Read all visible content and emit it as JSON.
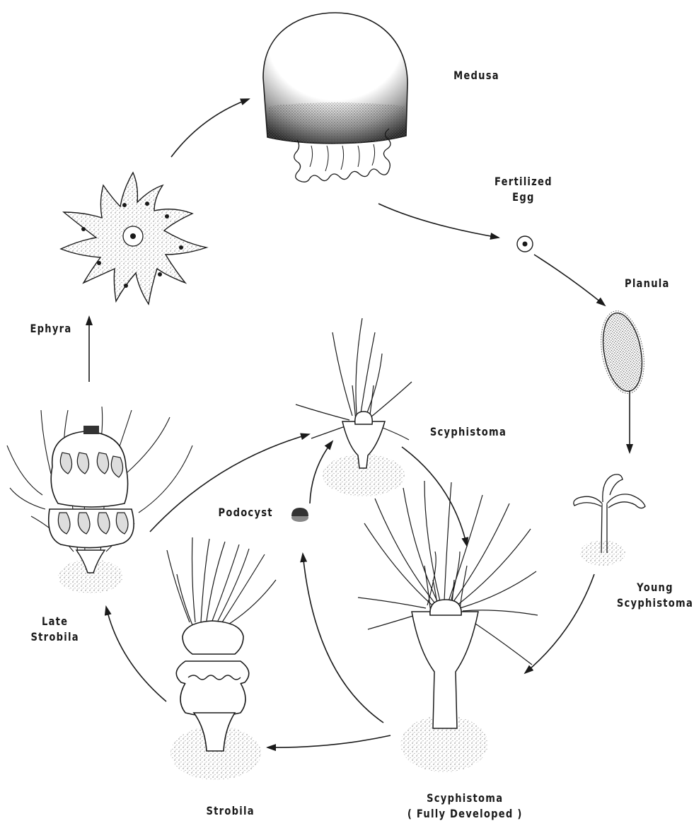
{
  "diagram": {
    "stages": {
      "medusa": {
        "label": "Medusa"
      },
      "fertilized_egg": {
        "label_line1": "Fertilized",
        "label_line2": "Egg"
      },
      "planula": {
        "label": "Planula"
      },
      "young_scyphistoma": {
        "label_line1": "Young",
        "label_line2": "Scyphistoma"
      },
      "scyphistoma_fully_developed": {
        "label_line1": "Scyphistoma",
        "label_line2": "( Fully  Developed )"
      },
      "strobila": {
        "label": "Strobila"
      },
      "late_strobila": {
        "label_line1": "Late",
        "label_line2": "Strobila"
      },
      "ephyra": {
        "label": "Ephyra"
      },
      "scyphistoma": {
        "label": "Scyphistoma"
      },
      "podocyst": {
        "label": "Podocyst"
      }
    },
    "colors": {
      "ink": "#1a1a1a",
      "stipple": "#8a8a8a",
      "background": "#ffffff"
    }
  }
}
